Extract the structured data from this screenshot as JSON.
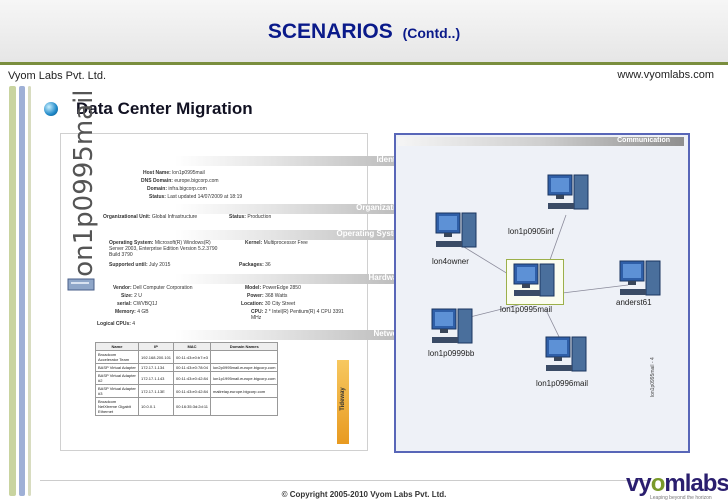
{
  "slide": {
    "title": "SCENARIOS",
    "title_suffix": "(Contd..)",
    "company": "Vyom Labs Pvt. Ltd.",
    "website": "www.vyomlabs.com",
    "heading": "Data Center Migration",
    "copyright": "© Copyright 2005-2010 Vyom Labs Pvt. Ltd.",
    "brand": {
      "prefix": "vy",
      "o": "o",
      "suffix": "mlabs",
      "tagline": "Leaping beyond the horizon"
    }
  },
  "server_sheet": {
    "vertical_name": "lon1p0995mail",
    "sections": {
      "identity": "Identity",
      "organization": "Organization",
      "os": "Operating System",
      "hardware": "Hardware",
      "network": "Network"
    },
    "identity": {
      "host_name": {
        "k": "Host Name:",
        "v": "lon1p0995mail"
      },
      "dns": {
        "k": "DNS Domain:",
        "v": "europe.bigcorp.com"
      },
      "domain": {
        "k": "Domain:",
        "v": "infra.bigcorp.com"
      },
      "status": {
        "k": "Status:",
        "v": "Last updated 14/07/2009 at 18:19"
      }
    },
    "organization": {
      "unit": {
        "k": "Organizational Unit:",
        "v": "Global Infrastructure"
      },
      "status": {
        "k": "Status:",
        "v": "Production"
      }
    },
    "os": {
      "system": {
        "k": "Operating System:",
        "v": "Microsoft(R) Windows(R) Server 2003, Enterprise Edition Version 5.2.3790 Build 3790"
      },
      "kernel": {
        "k": "Kernel:",
        "v": "Multiprocessor Free"
      },
      "supported": {
        "k": "Supported until:",
        "v": "July 2015"
      },
      "packages": {
        "k": "Packages:",
        "v": "36"
      }
    },
    "hardware": {
      "vendor": {
        "k": "Vendor:",
        "v": "Dell Computer Corporation"
      },
      "model": {
        "k": "Model:",
        "v": "PowerEdge 2850"
      },
      "size": {
        "k": "Size:",
        "v": "2 U"
      },
      "power": {
        "k": "Power:",
        "v": "368 Watts"
      },
      "serial": {
        "k": "serial:",
        "v": "CWVBQ1J"
      },
      "location": {
        "k": "Location:",
        "v": "30 City Street"
      },
      "memory": {
        "k": "Memory:",
        "v": "4 GB"
      },
      "cpu": {
        "k": "CPU:",
        "v": "2 * Intel(R) Pentium(R) 4 CPU 3391 MHz"
      },
      "logical": {
        "k": "Logical CPUs:",
        "v": "4"
      }
    },
    "network": {
      "headers": [
        "Name",
        "IP",
        "MAC",
        "Domain Names"
      ],
      "rows": [
        [
          "Broadcom Accelerator Team",
          "192.168.200.101",
          "00:11:43:e0:b7:e3",
          ""
        ],
        [
          "BASP Virtual Adapter",
          "172.17.1.134",
          "00:11:43:e0:78:04",
          "lon2p0995mail.europe.bigcorp.com"
        ],
        [
          "BASP Virtual Adapter #2",
          "172.17.1.143",
          "00:11:43:e0:42:84",
          "lon1p1995mail.europe.bigcorp.com"
        ],
        [
          "BASP Virtual Adapter #3",
          "172.17.1.13E",
          "00:11:43:e0:42:84",
          "mailrelay.europe.bigcorp.com"
        ],
        [
          "Broadcom NetXtreme Gigabit Ethernet",
          "10.0.0.1",
          "00:16:35:3d:2d:11",
          ""
        ]
      ]
    },
    "logo_text": "Tideway"
  },
  "comm_diagram": {
    "section": "Communication",
    "nodes": {
      "top": "lon1p0905inf",
      "left": "lon4owner",
      "center": "lon1p0995mail",
      "right": "anderst61",
      "bottom_left": "lon1p0999bb",
      "bottom_right": "lon1p0996mail"
    },
    "corner_text": "lon1p0995mail - 4"
  },
  "colors": {
    "title": "#0a1a8a",
    "accent_green": "#7a8e3e",
    "diagram_border": "#5866b8"
  }
}
